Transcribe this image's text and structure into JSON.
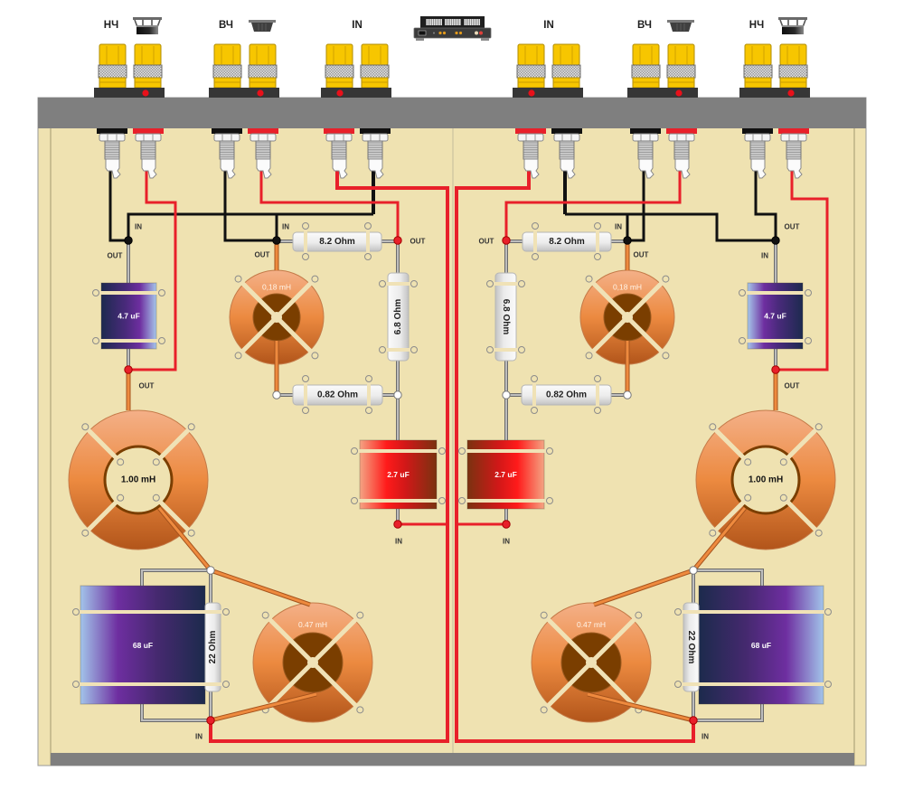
{
  "diagram": {
    "amplifier": {
      "icon": "amplifier-icon"
    },
    "wire_colors": {
      "positive": "#e8202a",
      "negative": "#111111",
      "coil_lead": "#ee8a3e",
      "component_lead": "#bdbdbd"
    },
    "channels": [
      {
        "side": "left",
        "jack_groups": [
          {
            "label": "НЧ",
            "icon": "woofer-icon",
            "terminals": [
              "-",
              "+"
            ]
          },
          {
            "label": "ВЧ",
            "icon": "tweeter-icon",
            "terminals": [
              "-",
              "+"
            ]
          },
          {
            "label": "IN",
            "icon": null,
            "terminals": [
              "+",
              "-"
            ]
          }
        ],
        "components": {
          "lf_capacitor": "4.7 uF",
          "lf_inductor": "1.00 mH",
          "notch_capacitor": "68 uF",
          "notch_resistor": "22 Ohm",
          "notch_inductor": "0.47 mH",
          "hf_inductor": "0,18 mH",
          "hf_series_resistor": "8.2 Ohm",
          "hf_shunt_resistor": "6.8 Ohm",
          "hf_low_resistor": "0.82 Ohm",
          "hf_capacitor": "2.7 uF"
        },
        "terminal_labels": {
          "lf_junction": "IN",
          "lf_cap_top": "OUT",
          "hf_junction": "IN",
          "hf_inductor_top": "OUT",
          "hf_resistor_out": "OUT",
          "lf_cap_bottom": "OUT",
          "hf_cap_in": "IN",
          "notch_in": "IN"
        }
      },
      {
        "side": "right",
        "jack_groups": [
          {
            "label": "IN",
            "icon": null,
            "terminals": [
              "+",
              "-"
            ]
          },
          {
            "label": "ВЧ",
            "icon": "tweeter-icon",
            "terminals": [
              "-",
              "+"
            ]
          },
          {
            "label": "НЧ",
            "icon": "woofer-icon",
            "terminals": [
              "-",
              "+"
            ]
          }
        ],
        "components": {
          "lf_capacitor": "4.7 uF",
          "lf_inductor": "1.00 mH",
          "notch_capacitor": "68 uF",
          "notch_resistor": "22 Ohm",
          "notch_inductor": "0.47 mH",
          "hf_inductor": "0,18 mH",
          "hf_series_resistor": "8.2 Ohm",
          "hf_shunt_resistor": "6.8 Ohm",
          "hf_low_resistor": "0.82 Ohm",
          "hf_capacitor": "2.7 uF"
        },
        "terminal_labels": {
          "lf_junction": "OUT",
          "lf_cap_top": "IN",
          "hf_junction": "IN",
          "hf_inductor_top": "OUT",
          "hf_resistor_out": "OUT",
          "lf_cap_bottom": "OUT",
          "hf_cap_in": "IN",
          "notch_in": "IN"
        }
      }
    ]
  }
}
